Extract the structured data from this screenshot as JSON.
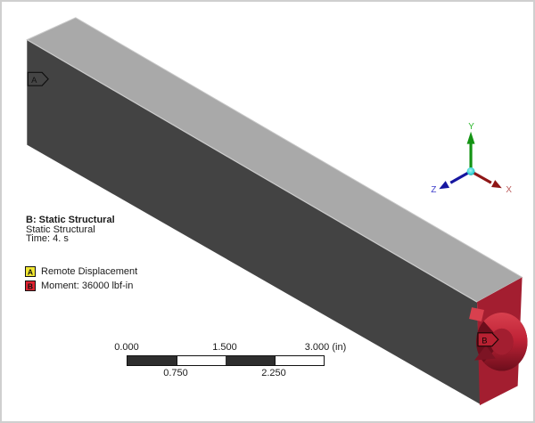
{
  "annotation": {
    "line1": "B: Static Structural",
    "line2": "Static Structural",
    "line3": "Time: 4. s"
  },
  "legend": {
    "items": [
      {
        "key": "A",
        "label": "Remote Displacement",
        "color": "#f0e632"
      },
      {
        "key": "B",
        "label": "Moment: 36000 lbf-in",
        "color": "#e02230"
      }
    ]
  },
  "markers": {
    "a_label": "A",
    "b_label": "B"
  },
  "triad": {
    "x_label": "X",
    "y_label": "Y",
    "z_label": "Z",
    "x_color": "#8f1616",
    "y_color": "#149314",
    "z_color": "#1616a0",
    "x_text_color": "#bb5a5a",
    "y_text_color": "#2eb82e",
    "z_text_color": "#4040cc",
    "origin_color": "#35d3d3"
  },
  "ruler": {
    "labels_top": [
      "0.000",
      "1.500",
      "3.000 (in)"
    ],
    "labels_bottom": [
      "0.750",
      "2.250"
    ]
  },
  "beam": {
    "top_color": "#a9a9a9",
    "front_color": "#434343",
    "end_color": "#a31e30",
    "edge_color": "#cccccc",
    "moment_dark": "#6d0e1c",
    "moment_tab": "#d8404e",
    "arrowhead_color": "#7d1424",
    "b_tag_fill": "#b82132",
    "a_tag_fill": "#454545"
  }
}
